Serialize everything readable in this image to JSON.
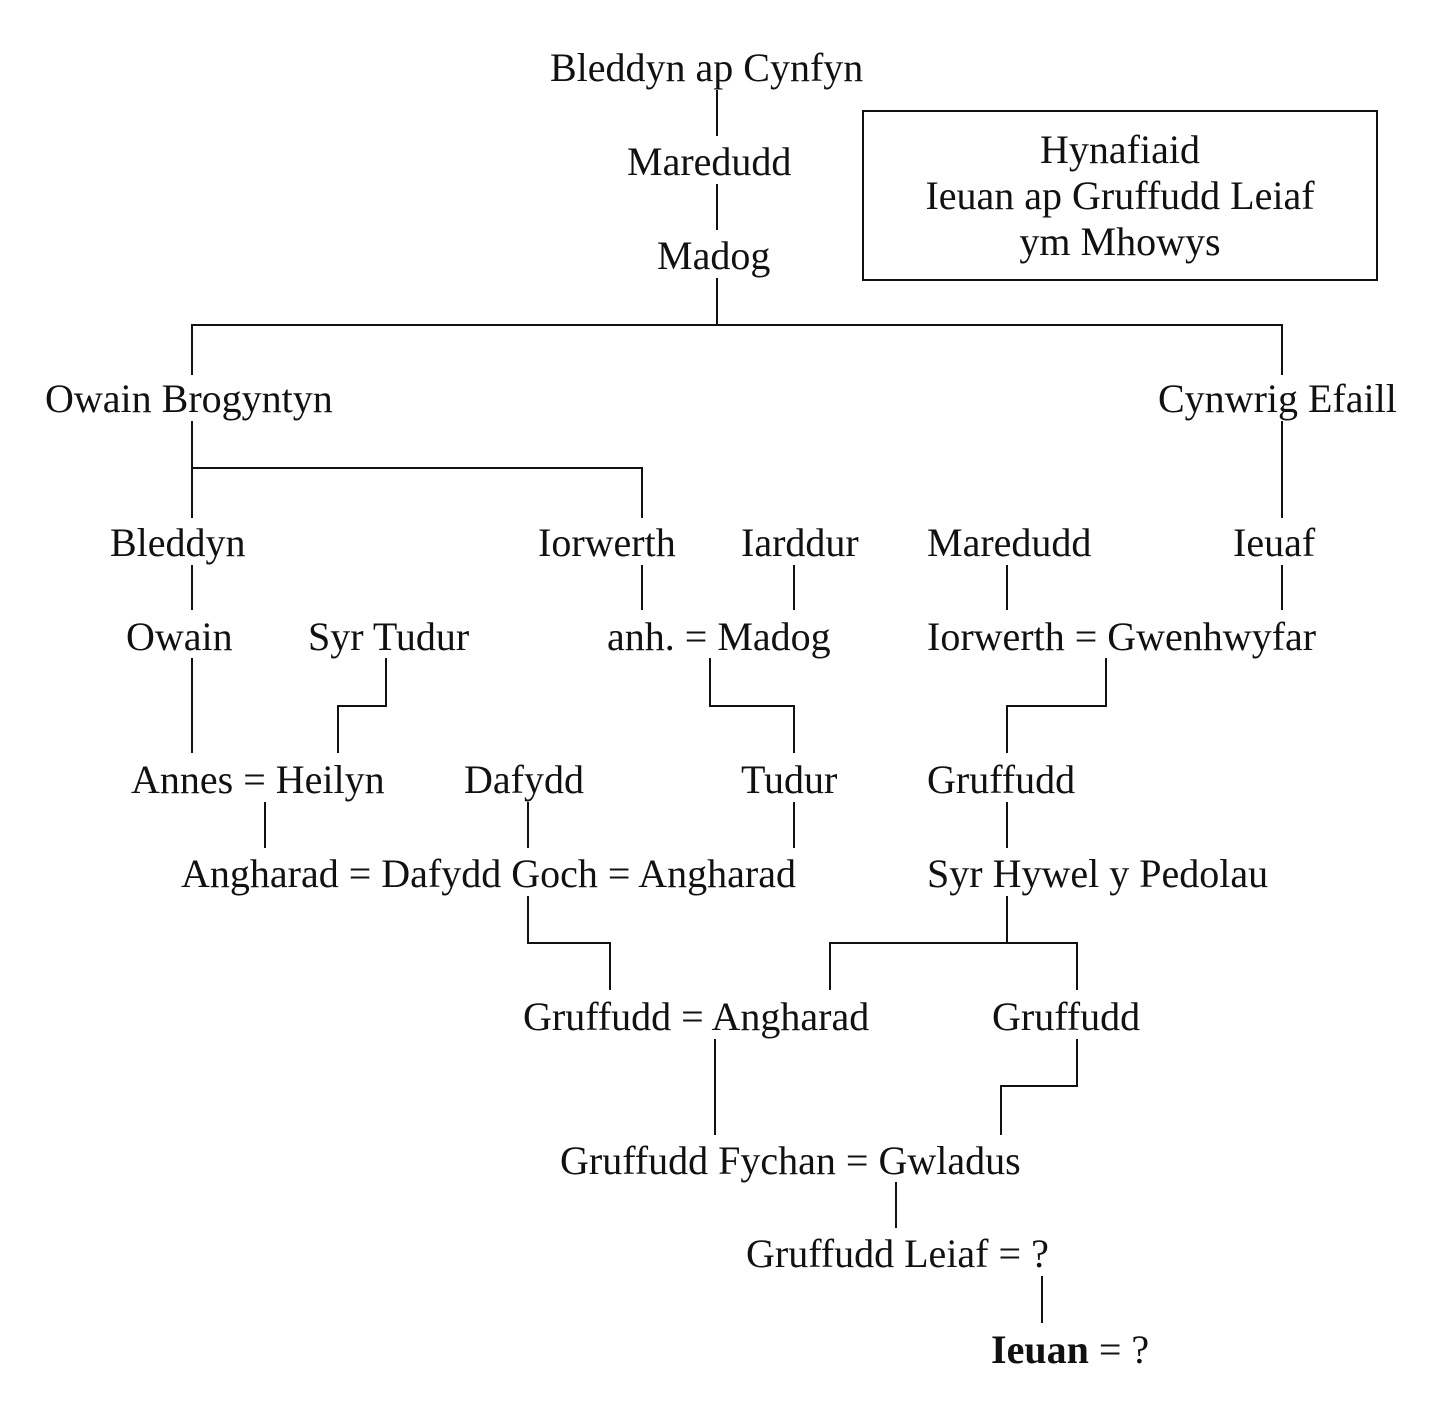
{
  "title_box": {
    "line1": "Hynafiaid",
    "line2": "Ieuan ap Gruffudd Leiaf",
    "line3": "ym Mhowys"
  },
  "people": {
    "bleddyn_ap_cynfyn": "Bleddyn ap Cynfyn",
    "maredudd_1": "Maredudd",
    "madog_1": "Madog",
    "owain_brogyntyn": "Owain Brogyntyn",
    "cynwrig_efaill": "Cynwrig Efaill",
    "bleddyn": "Bleddyn",
    "iorwerth_1": "Iorwerth",
    "iarddur": "Iarddur",
    "maredudd_2": "Maredudd",
    "ieuaf": "Ieuaf",
    "owain": "Owain",
    "syr_tudur": "Syr Tudur",
    "anh": "anh.",
    "madog_2": "Madog",
    "iorwerth_2": "Iorwerth",
    "gwenhwyfar": "Gwenhwyfar",
    "annes": "Annes",
    "heilyn": "Heilyn",
    "dafydd": "Dafydd",
    "tudur": "Tudur",
    "gruffudd_1": "Gruffudd",
    "angharad_1": "Angharad",
    "dafydd_goch": "Dafydd Goch",
    "angharad_2": "Angharad",
    "syr_hywel": "Syr Hywel y Pedolau",
    "gruffudd_2": "Gruffudd",
    "angharad_3": "Angharad",
    "gruffudd_3": "Gruffudd",
    "gruffudd_fychan": "Gruffudd Fychan",
    "gwladus": "Gwladus",
    "gruffudd_leiaf": "Gruffudd Leiaf",
    "unknown_1": "?",
    "ieuan": "Ieuan",
    "unknown_2": "?"
  },
  "marriage_symbol": "="
}
